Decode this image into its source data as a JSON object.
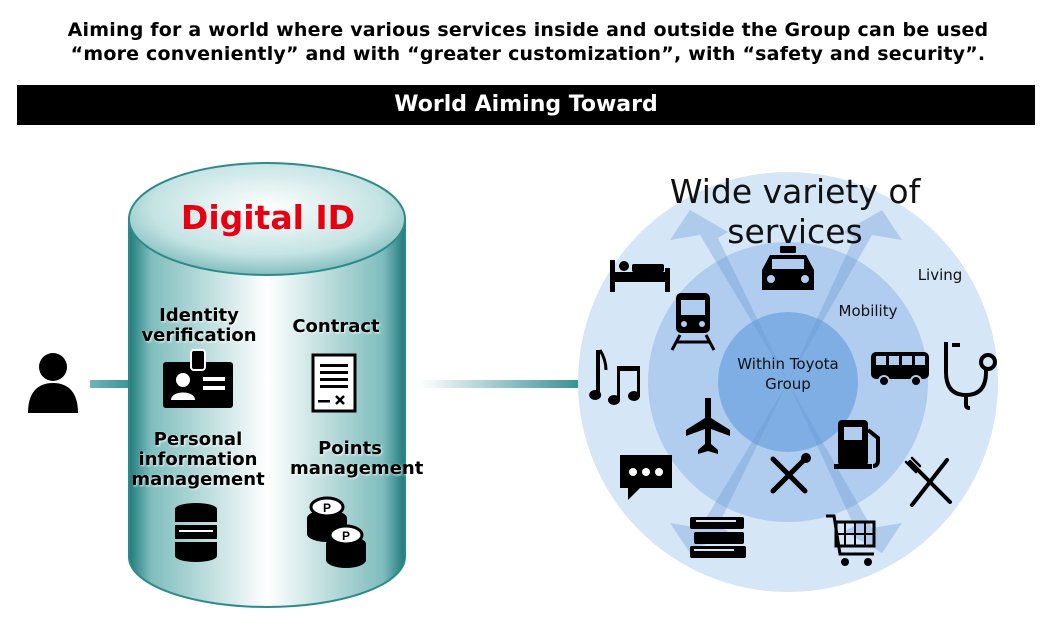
{
  "headline": {
    "line1": "Aiming for a world where various services inside and outside the Group can be used",
    "line2": "“more conveniently” and with “greater customization”, with “safety and security”."
  },
  "banner": {
    "title": "World Aiming Toward"
  },
  "digital_id": {
    "title": "Digital ID",
    "features": [
      {
        "label": "Identity verification",
        "icon": "id-card-icon"
      },
      {
        "label": "Contract",
        "icon": "contract-document-icon"
      },
      {
        "label": "Personal information management",
        "icon": "database-icon"
      },
      {
        "label": "Points management",
        "icon": "points-coins-icon"
      }
    ]
  },
  "user": {
    "icon": "person-icon"
  },
  "services": {
    "title": "Wide variety of services",
    "rings": {
      "inner": "Within Toyota Group",
      "middle": "Mobility",
      "outer": "Living"
    },
    "icons": [
      "taxi-icon",
      "train-icon",
      "bus-icon",
      "airplane-icon",
      "fuel-pump-icon",
      "tools-icon",
      "bed-icon",
      "music-icon",
      "stethoscope-icon",
      "chat-icon",
      "books-icon",
      "shopping-cart-icon",
      "restaurant-icon"
    ]
  },
  "colors": {
    "accent_red": "#e60012",
    "cylinder_teal": "#2e8a8a",
    "ring_blue": "#4d8fd6",
    "connector_teal": "#4f9fa3"
  }
}
